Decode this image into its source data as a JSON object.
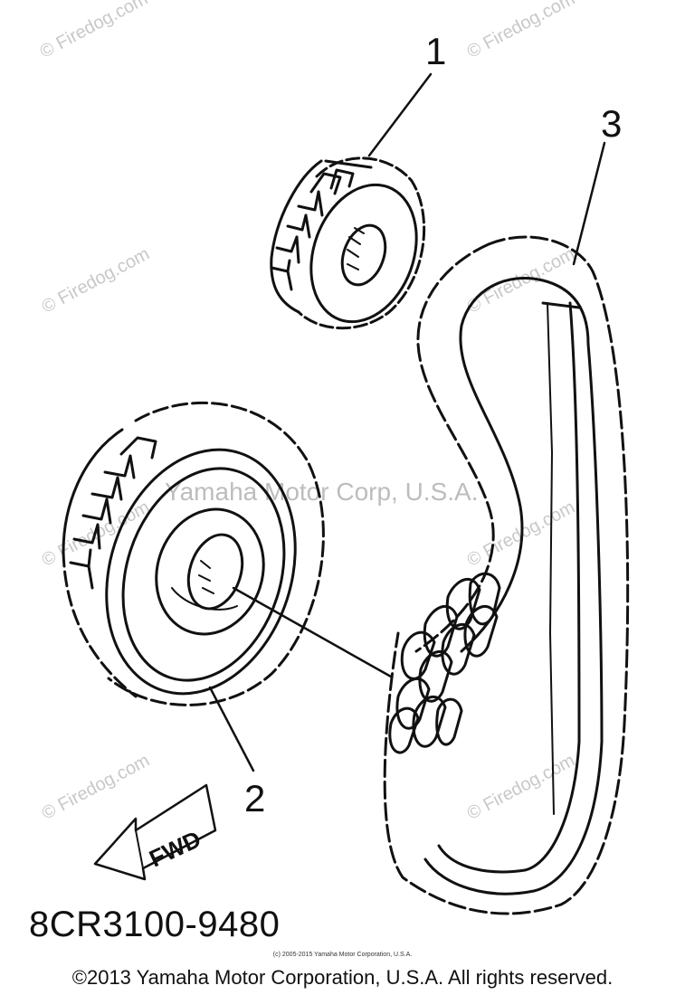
{
  "watermark": "© Firedog.com",
  "center_watermark": "Yamaha Motor Corp, U.S.A.",
  "callouts": {
    "part1": "1",
    "part2": "2",
    "part3": "3"
  },
  "direction_label": "FWD",
  "diagram_code": "8CR3100-9480",
  "small_copyright": "(c) 2005-2015 Yamaha Motor Corporation, U.S.A.",
  "copyright": "©2013 Yamaha Motor Corporation, U.S.A. All rights reserved."
}
